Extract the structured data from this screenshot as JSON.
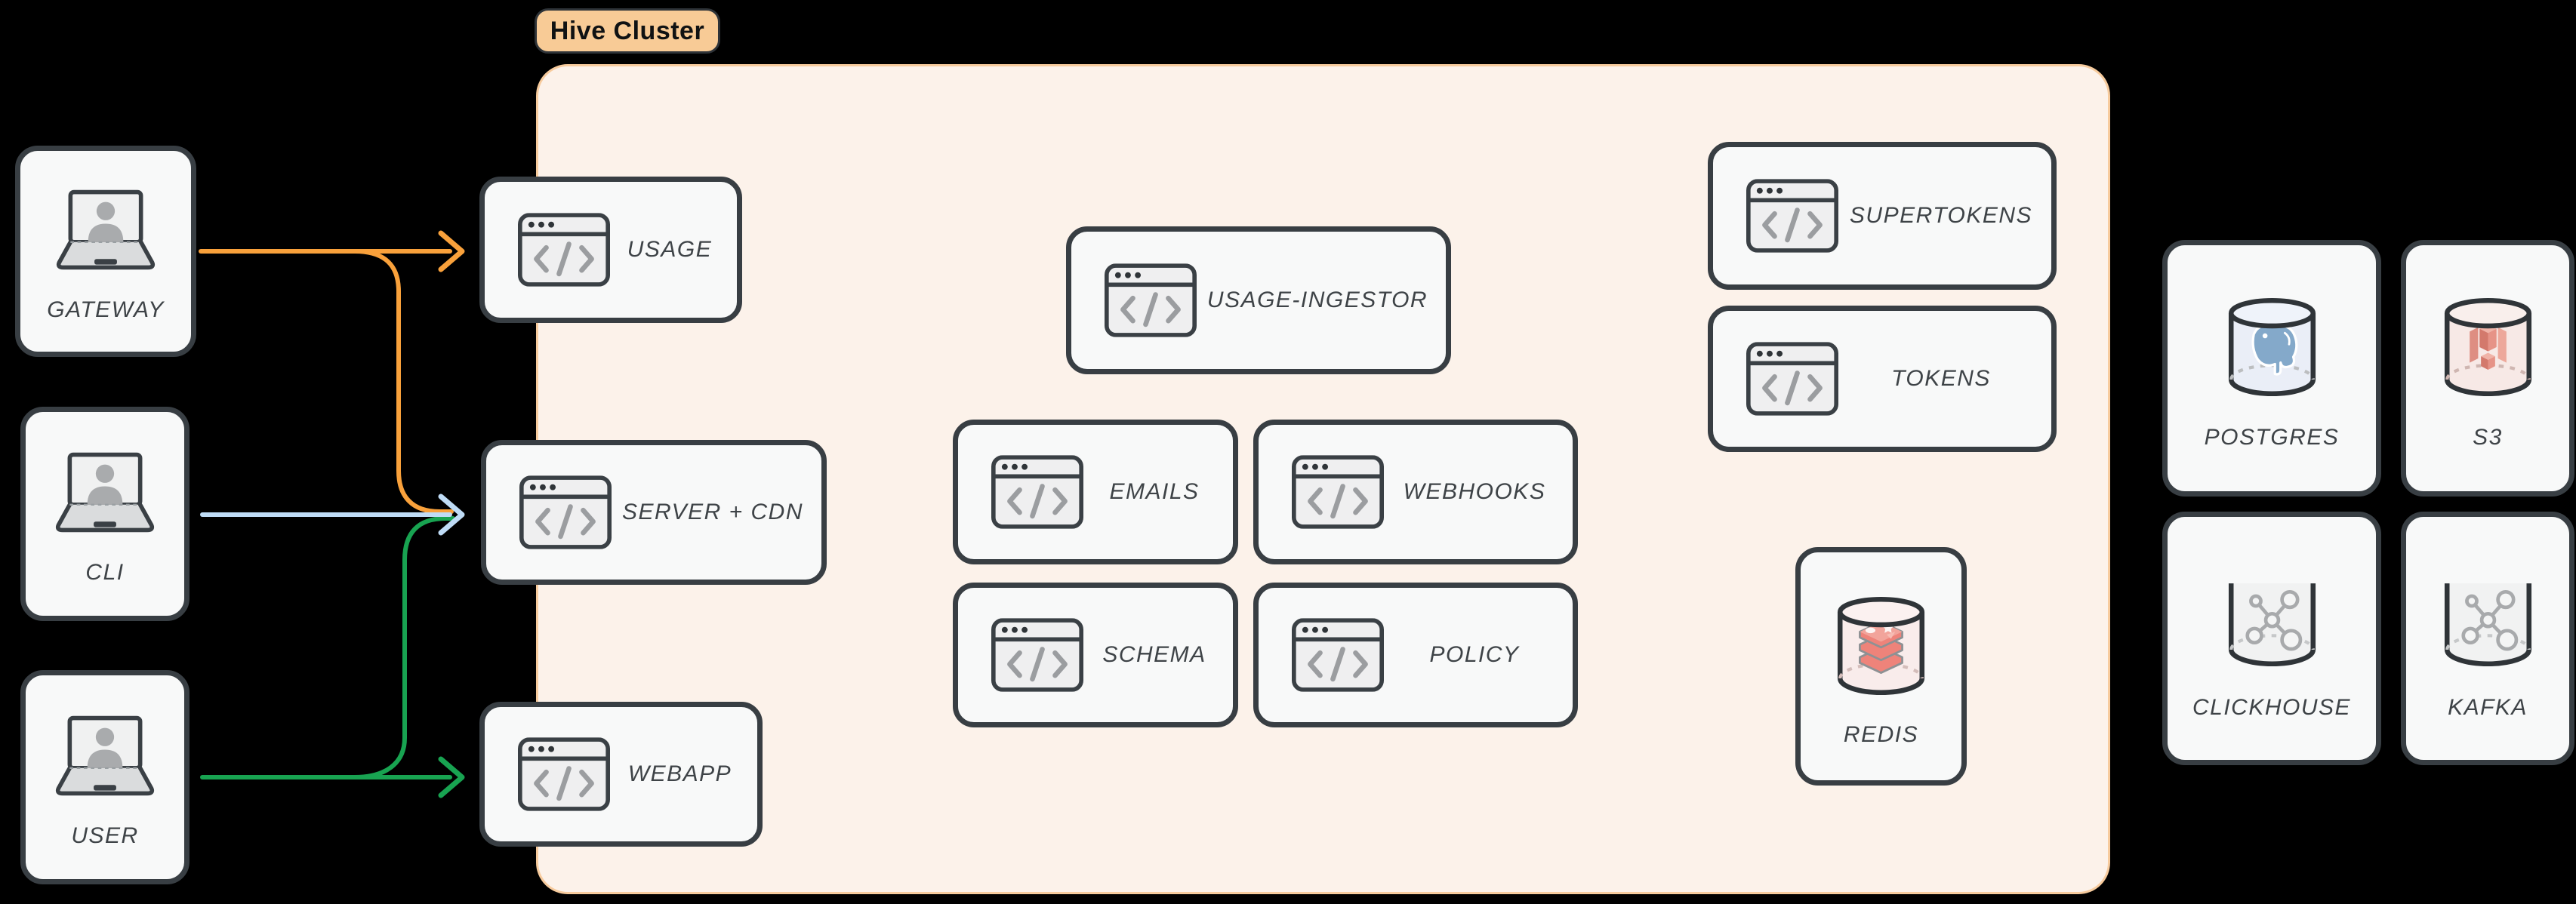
{
  "cluster": {
    "label": "Hive Cluster"
  },
  "nodes": {
    "gateway": {
      "label": "GATEWAY",
      "icon": "laptop-user-icon"
    },
    "cli": {
      "label": "CLI",
      "icon": "laptop-user-icon"
    },
    "user": {
      "label": "USER",
      "icon": "laptop-user-icon"
    },
    "usage": {
      "label": "USAGE",
      "icon": "browser-code-icon"
    },
    "server_cdn": {
      "label": "SERVER + CDN",
      "icon": "browser-code-icon"
    },
    "webapp": {
      "label": "WEBAPP",
      "icon": "browser-code-icon"
    },
    "usage_ingestor": {
      "label": "USAGE-INGESTOR",
      "icon": "browser-code-icon"
    },
    "emails": {
      "label": "EMAILS",
      "icon": "browser-code-icon"
    },
    "webhooks": {
      "label": "WEBHOOKS",
      "icon": "browser-code-icon"
    },
    "schema": {
      "label": "SCHEMA",
      "icon": "browser-code-icon"
    },
    "policy": {
      "label": "POLICY",
      "icon": "browser-code-icon"
    },
    "supertokens": {
      "label": "SUPERTOKENS",
      "icon": "browser-code-icon"
    },
    "tokens": {
      "label": "TOKENS",
      "icon": "browser-code-icon"
    },
    "redis": {
      "label": "REDIS",
      "icon": "database-redis-icon"
    },
    "postgres": {
      "label": "POSTGRES",
      "icon": "database-postgres-icon"
    },
    "s3": {
      "label": "S3",
      "icon": "database-s3-icon"
    },
    "clickhouse": {
      "label": "CLICKHOUSE",
      "icon": "database-network-icon"
    },
    "kafka": {
      "label": "KAFKA",
      "icon": "database-network-icon"
    }
  },
  "edges": [
    {
      "from": "GATEWAY",
      "to": "USAGE",
      "color_name": "orange"
    },
    {
      "from": "GATEWAY",
      "to": "SERVER + CDN",
      "color_name": "orange"
    },
    {
      "from": "CLI",
      "to": "SERVER + CDN",
      "color_name": "blue"
    },
    {
      "from": "USER",
      "to": "WEBAPP",
      "color_name": "green"
    },
    {
      "from": "USER",
      "to": "SERVER + CDN",
      "color_name": "green"
    }
  ],
  "colors": {
    "background": "#000000",
    "orange": "#F9A13B",
    "blue": "#BFDCF6",
    "green": "#18A351",
    "cluster_fill": "#FCF2EA",
    "cluster_border": "#F7CB9D",
    "badge_fill": "#F8CB96",
    "node_fill": "#F8F9F9",
    "node_border": "#383E43",
    "label_text": "#3E4347",
    "icon_glyph_gray": "#9B9DA0",
    "postgres_icon_blue": "#84A9CA",
    "s3_icon_red": "#E29387",
    "redis_icon_red": "#EE837A"
  }
}
